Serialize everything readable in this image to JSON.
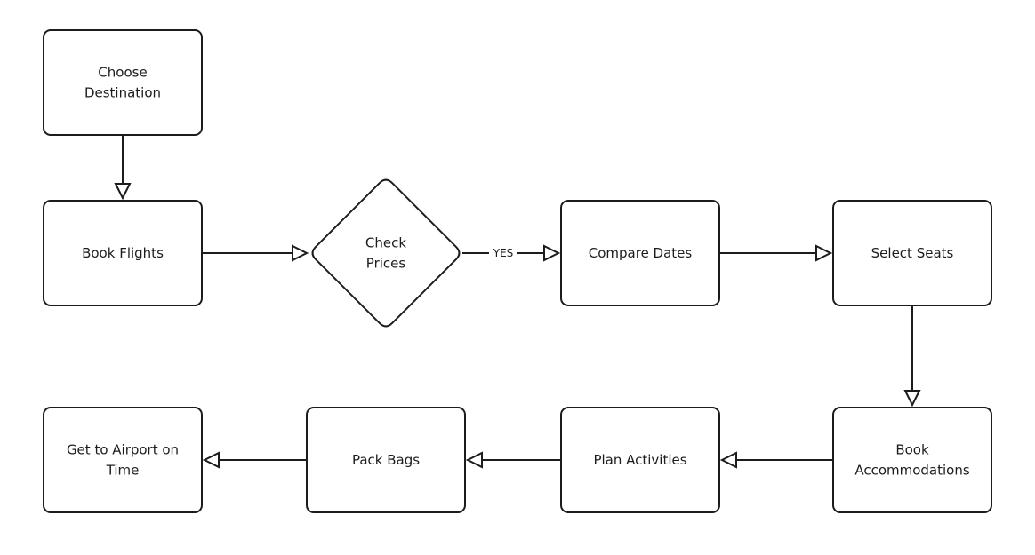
{
  "diagram": {
    "nodes": [
      {
        "id": "choose-destination",
        "shape": "rect",
        "lines": [
          "Choose",
          "Destination"
        ]
      },
      {
        "id": "book-flights",
        "shape": "rect",
        "lines": [
          "Book Flights"
        ]
      },
      {
        "id": "check-prices",
        "shape": "diamond",
        "lines": [
          "Check",
          "Prices"
        ]
      },
      {
        "id": "compare-dates",
        "shape": "rect",
        "lines": [
          "Compare Dates"
        ]
      },
      {
        "id": "select-seats",
        "shape": "rect",
        "lines": [
          "Select Seats"
        ]
      },
      {
        "id": "book-accommodations",
        "shape": "rect",
        "lines": [
          "Book",
          "Accommodations"
        ]
      },
      {
        "id": "plan-activities",
        "shape": "rect",
        "lines": [
          "Plan Activities"
        ]
      },
      {
        "id": "pack-bags",
        "shape": "rect",
        "lines": [
          "Pack Bags"
        ]
      },
      {
        "id": "get-to-airport",
        "shape": "rect",
        "lines": [
          "Get to Airport on",
          "Time"
        ]
      }
    ],
    "edges": [
      {
        "from": "choose-destination",
        "to": "book-flights",
        "label": ""
      },
      {
        "from": "book-flights",
        "to": "check-prices",
        "label": ""
      },
      {
        "from": "check-prices",
        "to": "compare-dates",
        "label": "YES"
      },
      {
        "from": "compare-dates",
        "to": "select-seats",
        "label": ""
      },
      {
        "from": "select-seats",
        "to": "book-accommodations",
        "label": ""
      },
      {
        "from": "book-accommodations",
        "to": "plan-activities",
        "label": ""
      },
      {
        "from": "plan-activities",
        "to": "pack-bags",
        "label": ""
      },
      {
        "from": "pack-bags",
        "to": "get-to-airport",
        "label": ""
      }
    ],
    "colors": {
      "stroke": "#1c1c1c",
      "fill": "#ffffff",
      "background": "#ffffff"
    }
  }
}
